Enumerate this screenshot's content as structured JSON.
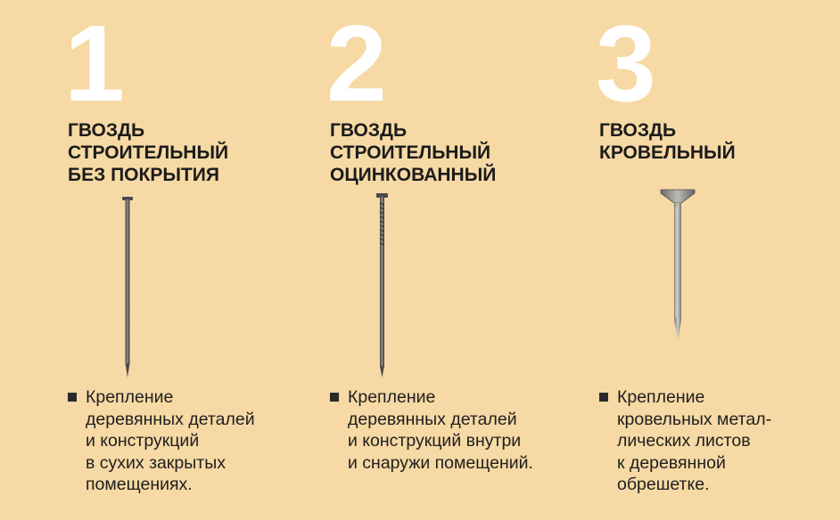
{
  "items": [
    {
      "number": "1",
      "heading": [
        "ГВОЗДЬ",
        "СТРОИТЕЛЬНЫЙ",
        "БЕЗ ПОКРЫТИЯ"
      ],
      "description": [
        "Крепление",
        "деревянных деталей",
        "и конструкций",
        "в сухих закрытых",
        "помещениях."
      ]
    },
    {
      "number": "2",
      "heading": [
        "ГВОЗДЬ",
        "СТРОИТЕЛЬНЫЙ",
        "ОЦИНКОВАННЫЙ"
      ],
      "description": [
        "Крепление",
        "деревянных деталей",
        "и конструкций внутри",
        "и снаружи помещений."
      ]
    },
    {
      "number": "3",
      "heading": [
        "ГВОЗДЬ",
        "КРОВЕЛЬНЫЙ"
      ],
      "description": [
        "Крепление",
        "кровельных метал-",
        "лических листов",
        "к деревянной",
        "обрешетке."
      ]
    }
  ],
  "colors": {
    "background": "#f6d9a4",
    "number": "#ffffff",
    "text": "#1b1b1b"
  }
}
